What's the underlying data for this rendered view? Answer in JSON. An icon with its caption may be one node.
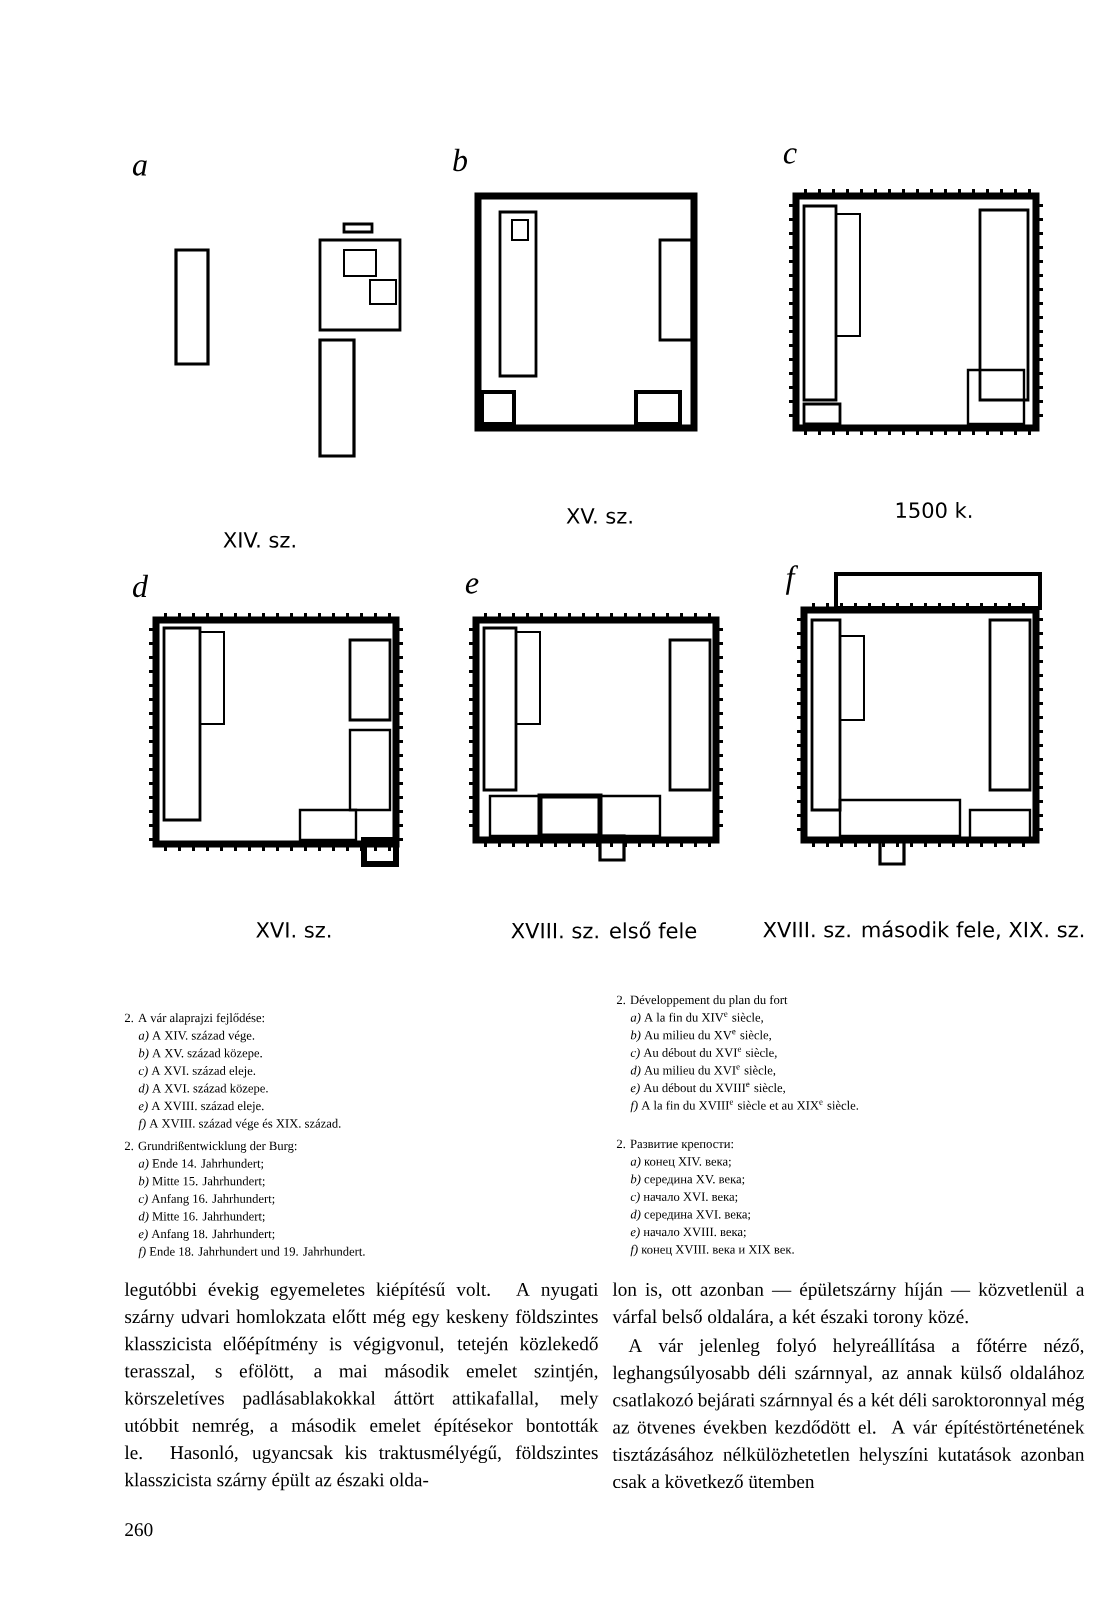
{
  "diagram": {
    "nodes": [
      {
        "text": [],
        "shape": "picture",
        "beside": [
          "a",
          "XIV. sz."
        ]
      },
      {
        "text": [],
        "shape": "picture",
        "beside": [
          "b",
          "XV. sz."
        ]
      },
      {
        "text": [],
        "shape": "picture",
        "beside": [
          "c",
          "1500 k."
        ]
      },
      {
        "text": [],
        "shape": "picture",
        "beside": [
          "d",
          "XVI. sz."
        ]
      },
      {
        "text": [],
        "shape": "picture",
        "beside": [
          "e",
          "XVIII. sz. első fele"
        ]
      },
      {
        "text": [],
        "shape": "picture",
        "beside": [
          "f",
          "XVIII. sz. második fele, XIX. sz."
        ]
      }
    ],
    "edges": [],
    "labels": [
      "2. A vár alaprajzi fejlődése:",
      "*a)* A XIV. század vége.",
      "*b)* A XV. század közepe.",
      "*c)* A XVI. század eleje.",
      "*d)* A XVI. század közepe.",
      "*e)* A XVIII. század eleje.",
      "*f)* A XVIII. század vége és XIX. század.",
      "2. Grundrißentwicklung der Burg:",
      "*a)* Ende 14. Jahrhundert;",
      "*b)* Mitte 15. Jahrhundert;",
      "*c)* Anfang 16. Jahrhundert;",
      "*d)* Mitte 16. Jahrhundert;",
      "*e)* Anfang 18. Jahrhundert;",
      "*f)* Ende 18. Jahrhundert und 19. Jahrhundert.",
      "2. Développement du plan du fort",
      "*a)* A la fin du XIV$^{e}$ siècle,",
      "*b)* Au milieu du XV$^{e}$ siècle,",
      "*c)* Au débout du XVI$^{e}$ siècle,",
      "*d)* Au milieu du XVI$^{e}$ siècle,",
      "*e)* Au débout du XVIII$^{e}$ siècle,",
      "*f)* A la fin du XVIII$^{e}$ siècle et au XIX$^{e}$ siècle.",
      "2. Развитие крепости:",
      "*a)* конец XIV. века;",
      "*b)* середина XV. века;",
      "*c)* начало XVI. века;",
      "*d)* середина XVI. века;",
      "*e)* начало XVIII. века;",
      "*f)* конец XVIII. века и XIX век.",
      "legutóbbi évekig egyemeletes kiépítésű volt. A nyugati szárny udvari homlokzata előtt még egy keskeny földszintes klasszicista előépítmény is végigvonul, tetején közlekedő terasszal, s efölött, a mai második emelet szintjén, körszeletíves padlásablakokkal áttört attikafallal, mely utóbbit nemrég, a második emelet építésekor bontották le. Hasonló, ugyancsak kis traktusmélyégű, földszintes klasszicista szárny épült az északi olda-",
      "lon is, ott azonban — épületszárny híján — közvetlenül a várfal belső oldalára, a két északi torony közé.",
      "A vár jelenleg folyó helyreállítása a főtérre néző, leghangsúlyosabb déli szárnnyal, az annak külső oldalához csatlakozó bejárati szárnnyal és a két déli saroktoronnyal még az ötvenes években kezdődött el. A vár építéstörténetének tisztázásához nélkülözhetetlen helyszíni kutatások azonban csak a következő ütemben",
      "260"
    ]
  }
}
